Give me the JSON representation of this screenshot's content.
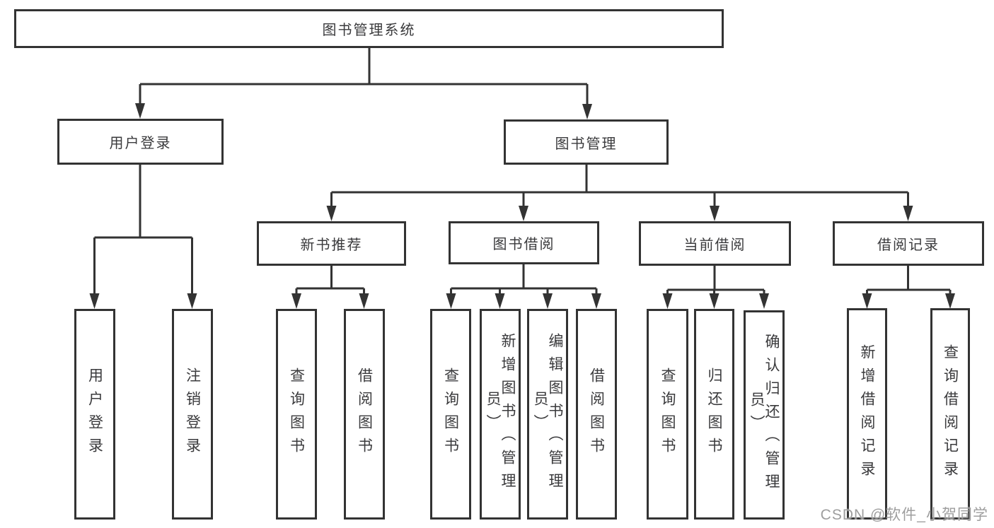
{
  "tree": {
    "label": "图书管理系统",
    "children": [
      {
        "label": "用户登录",
        "children": [
          {
            "label": "用户登录"
          },
          {
            "label": "注销登录"
          }
        ]
      },
      {
        "label": "图书管理",
        "children": [
          {
            "label": "新书推荐",
            "children": [
              {
                "label": "查询图书"
              },
              {
                "label": "借阅图书"
              }
            ]
          },
          {
            "label": "图书借阅",
            "children": [
              {
                "label": "查询图书"
              },
              {
                "label": "新增图书（管理员）"
              },
              {
                "label": "编辑图书（管理员）"
              },
              {
                "label": "借阅图书"
              }
            ]
          },
          {
            "label": "当前借阅",
            "children": [
              {
                "label": "查询图书"
              },
              {
                "label": "归还图书"
              },
              {
                "label": "确认归还（管理员）"
              }
            ]
          },
          {
            "label": "借阅记录",
            "children": [
              {
                "label": "新增借阅记录"
              },
              {
                "label": "查询借阅记录"
              }
            ]
          }
        ]
      }
    ]
  },
  "watermark": {
    "text": "CSDN @软件_小贺同学"
  },
  "colors": {
    "line": "#333333",
    "text": "#3a3a3c",
    "watermark": "#9e9e9e",
    "background": "#ffffff"
  }
}
